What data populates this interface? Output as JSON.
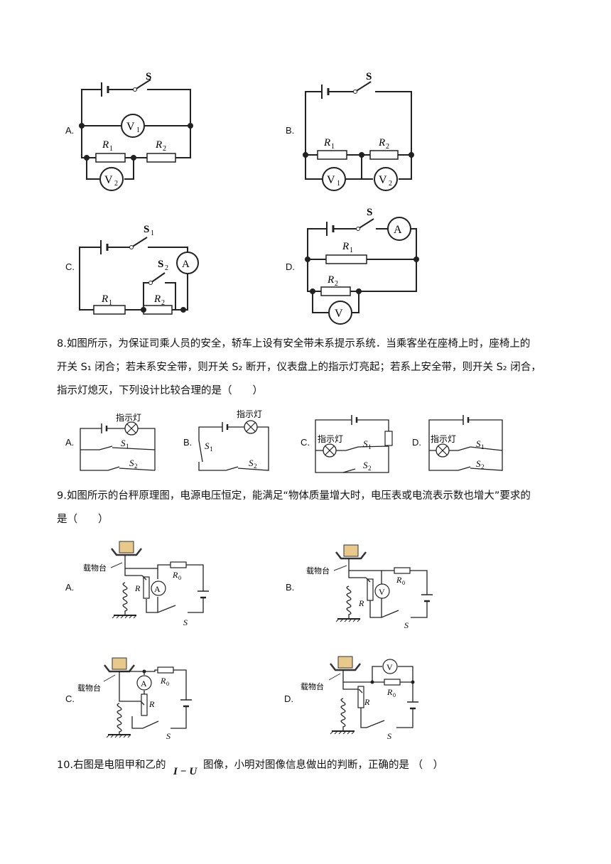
{
  "q7": {
    "options": {
      "a": "A.",
      "b": "B.",
      "c": "C.",
      "d": "D."
    },
    "labels": {
      "S": "S",
      "S1": "S",
      "S2": "S",
      "sub1": "1",
      "sub2": "2",
      "R": "R",
      "V": "V",
      "A": "A"
    }
  },
  "q8": {
    "line1": "8.如图所示，为保证司乘人员的安全，轿车上设有安全带未系提示系统．当乘客坐在座椅上时，座椅上的",
    "line2": "开关 S₁ 闭合；若未系安全带，则开关 S₂ 断开，仪表盘上的指示灯亮起；若系上安全带，则开关 S₂ 闭合，",
    "line3": "指示灯熄灭，下列设计比较合理的是（　　）",
    "options": {
      "a": "A.",
      "b": "B.",
      "c": "C.",
      "d": "D."
    },
    "lamp_label": "指示灯"
  },
  "q9": {
    "line1": "9.如图所示的台秤原理图，电源电压恒定，能满足“物体质量增大时，电压表或电流表示数也增大”要求的",
    "line2": "是（　　）",
    "options": {
      "a": "A.",
      "b": "B.",
      "c": "C.",
      "d": "D."
    },
    "platform_label": "载物台"
  },
  "q10": {
    "prefix": "10.右图是电阻甲和乙的",
    "formula": "I − U",
    "suffix": "图像，小明对图像信息做出的判断，正确的是 （　）"
  }
}
